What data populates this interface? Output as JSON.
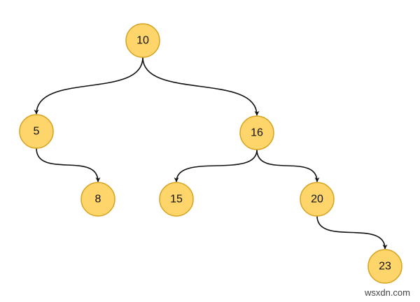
{
  "tree": {
    "fill_color": "#fdd56a",
    "edge_color": "#111111",
    "nodes": [
      {
        "id": "n10",
        "label": "10"
      },
      {
        "id": "n5",
        "label": "5"
      },
      {
        "id": "n16",
        "label": "16"
      },
      {
        "id": "n8",
        "label": "8"
      },
      {
        "id": "n15",
        "label": "15"
      },
      {
        "id": "n20",
        "label": "20"
      },
      {
        "id": "n23",
        "label": "23"
      }
    ],
    "edges": [
      {
        "from": "n10",
        "to": "n5"
      },
      {
        "from": "n10",
        "to": "n16"
      },
      {
        "from": "n5",
        "to": "n8"
      },
      {
        "from": "n16",
        "to": "n15"
      },
      {
        "from": "n16",
        "to": "n20"
      },
      {
        "from": "n20",
        "to": "n23"
      }
    ]
  },
  "watermark": "wsxdn.com"
}
